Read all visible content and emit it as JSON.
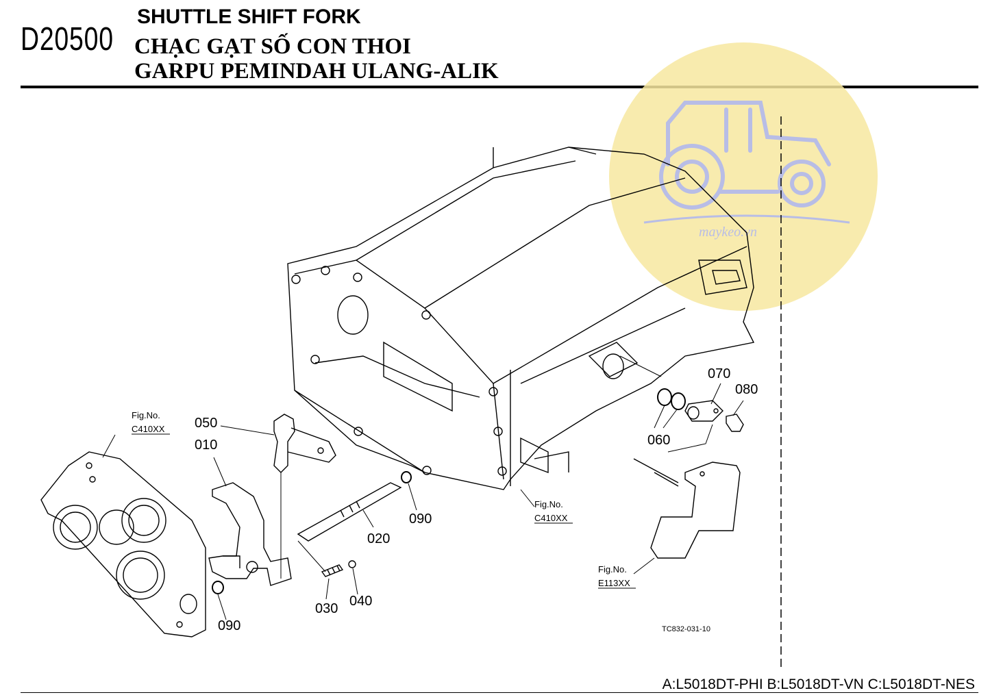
{
  "header": {
    "code": "D20500",
    "title_en": "SHUTTLE SHIFT FORK",
    "title_vn": "CHẠC GẠT SỐ CON THOI",
    "title_id": "GARPU PEMINDAH ULANG-ALIK"
  },
  "watermark": {
    "text": "maykeo.vn",
    "color": "#f5e08a"
  },
  "callouts": {
    "p010": "010",
    "p020": "020",
    "p030": "030",
    "p040": "040",
    "p050": "050",
    "p060": "060",
    "p070": "070",
    "p080": "080",
    "p090a": "090",
    "p090b": "090"
  },
  "fig_refs": {
    "fig_label": "Fig.No.",
    "ref_left": "C410XX",
    "ref_mid": "C410XX",
    "ref_right": "E113XX"
  },
  "drawing_code": "TC832-031-10",
  "models": "A:L5018DT-PHI B:L5018DT-VN C:L5018DT-NES"
}
